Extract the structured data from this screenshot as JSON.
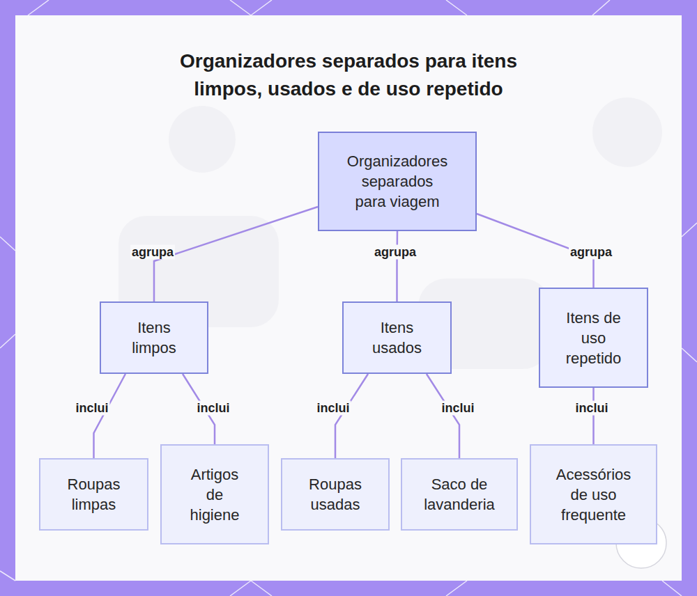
{
  "diagram": {
    "title": "Organizadores separados para itens limpos, usados e de uso repetido",
    "nodes": [
      {
        "text": [
          "Organizadores separados para viagem"
        ]
      },
      {
        "text": [
          "Itens limpos"
        ]
      },
      {
        "text": [
          "Itens usados"
        ]
      },
      {
        "text": [
          "Itens de uso repetido"
        ]
      },
      {
        "text": [
          "Roupas limpas"
        ]
      },
      {
        "text": [
          "Artigos de higiene"
        ]
      },
      {
        "text": [
          "Roupas usadas"
        ]
      },
      {
        "text": [
          "Saco de lavanderia"
        ]
      },
      {
        "text": [
          "Acessórios de uso frequente"
        ]
      }
    ],
    "edges": [
      {
        "from": 0,
        "to": 1,
        "arrow": "none",
        "label": "agrupa"
      },
      {
        "from": 0,
        "to": 2,
        "arrow": "none",
        "label": "agrupa"
      },
      {
        "from": 0,
        "to": 3,
        "arrow": "none",
        "label": "agrupa"
      },
      {
        "from": 1,
        "to": 4,
        "arrow": "none",
        "label": "inclui"
      },
      {
        "from": 1,
        "to": 5,
        "arrow": "none",
        "label": "inclui"
      },
      {
        "from": 2,
        "to": 6,
        "arrow": "none",
        "label": "inclui"
      },
      {
        "from": 2,
        "to": 7,
        "arrow": "none",
        "label": "inclui"
      },
      {
        "from": 3,
        "to": 8,
        "arrow": "none",
        "label": "inclui"
      }
    ]
  }
}
